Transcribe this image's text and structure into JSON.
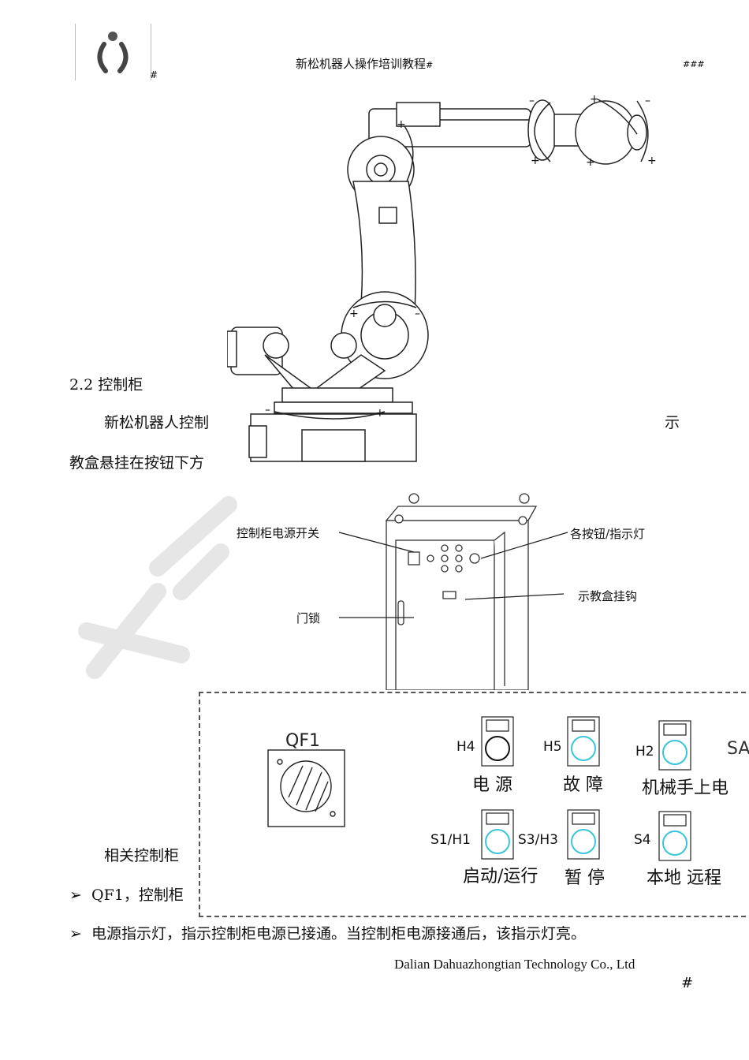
{
  "header": {
    "title": "新松机器人操作培训教程",
    "title_hash": "#",
    "logo_hash": "#",
    "right": "###"
  },
  "section": {
    "title": "2.2  控制柜",
    "para1_start": "新松机器人控制",
    "para1_end": "示",
    "para2": "教盒悬挂在按钮下方",
    "para3": "相关控制柜",
    "bullets": [
      {
        "marker": "➢",
        "text": "QF1，控制柜"
      },
      {
        "marker": "➢",
        "text": "电源指示灯，指示控制柜电源已接通。当控制柜电源接通后，该指示灯亮。"
      }
    ]
  },
  "cabinet_labels": {
    "power_switch": "控制柜电源开关",
    "buttons_lights": "各按钮/指示灯",
    "pendant_hook": "示教盒挂钩",
    "door_lock": "门锁"
  },
  "panel": {
    "qf1": "QF1",
    "items": [
      {
        "code": "H4",
        "label": "电 源"
      },
      {
        "code": "H5",
        "label": "故 障"
      },
      {
        "code": "H2",
        "label": "机械手上电"
      },
      {
        "code": "SA",
        "label": ""
      },
      {
        "code": "S1/H1",
        "label": "启动/运行"
      },
      {
        "code": "S3/H3",
        "label": "暂 停"
      },
      {
        "code": "S4",
        "label": "本地 远程"
      }
    ]
  },
  "footer": {
    "company": "Dalian   Dahuazhongtian     Technology  Co.,  Ltd",
    "hash": "#"
  },
  "colors": {
    "indicator_ring": "#39c6d9",
    "line": "#222222"
  }
}
